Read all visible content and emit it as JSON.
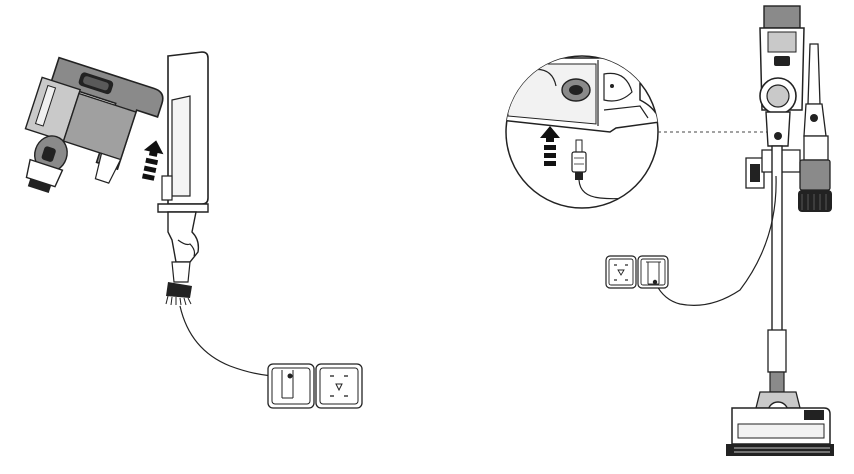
{
  "diagram": {
    "panels": [
      {
        "id": "left",
        "steps": [
          "slide-handheld-into-wall-mount",
          "plug-charger-into-outlet"
        ]
      },
      {
        "id": "right",
        "steps": [
          "insert-charger-plug",
          "stick-vacuum-docked-on-wall-mount"
        ]
      }
    ],
    "colors": {
      "stroke": "#222222",
      "body_gray": "#8a8a8a",
      "light_gray": "#c9c9c9",
      "dark": "#1a1a1a"
    },
    "icons": [
      "arrow-up-icon",
      "wall-outlet-icon",
      "charger-plug-icon"
    ]
  }
}
